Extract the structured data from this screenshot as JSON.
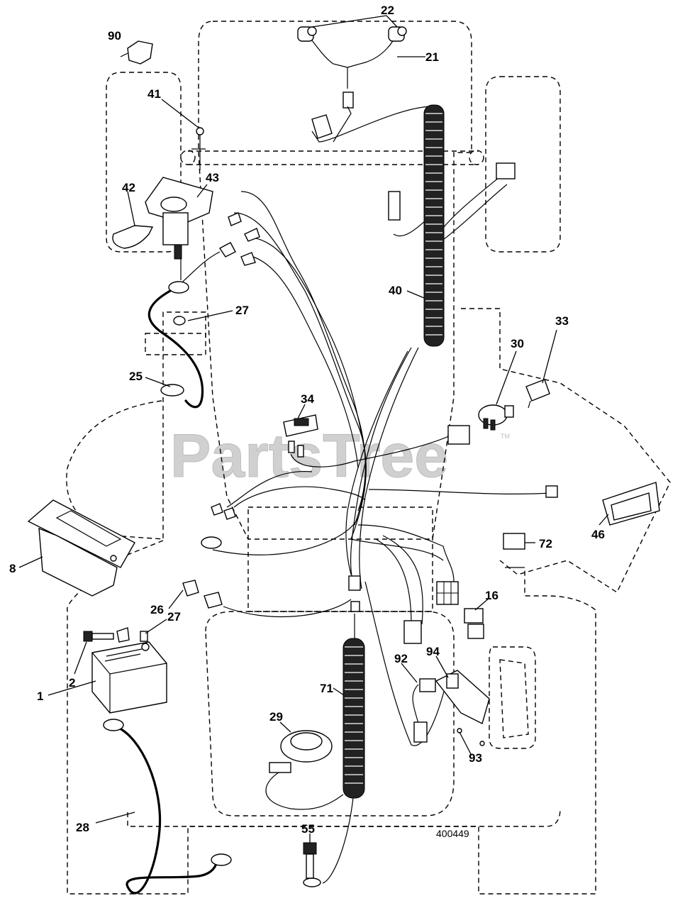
{
  "watermark": {
    "text": "PartsTree",
    "trademark": "TM"
  },
  "drawing_number": "400449",
  "callouts": [
    {
      "id": "c22",
      "label": "22"
    },
    {
      "id": "c21",
      "label": "21"
    },
    {
      "id": "c90",
      "label": "90"
    },
    {
      "id": "c41",
      "label": "41"
    },
    {
      "id": "c43",
      "label": "43"
    },
    {
      "id": "c42",
      "label": "42"
    },
    {
      "id": "c27a",
      "label": "27"
    },
    {
      "id": "c40",
      "label": "40"
    },
    {
      "id": "c33",
      "label": "33"
    },
    {
      "id": "c30",
      "label": "30"
    },
    {
      "id": "c25",
      "label": "25"
    },
    {
      "id": "c34",
      "label": "34"
    },
    {
      "id": "c46",
      "label": "46"
    },
    {
      "id": "c72",
      "label": "72"
    },
    {
      "id": "c8",
      "label": "8"
    },
    {
      "id": "c16",
      "label": "16"
    },
    {
      "id": "c26",
      "label": "26"
    },
    {
      "id": "c27b",
      "label": "27"
    },
    {
      "id": "c94",
      "label": "94"
    },
    {
      "id": "c92",
      "label": "92"
    },
    {
      "id": "c2",
      "label": "2"
    },
    {
      "id": "c71",
      "label": "71"
    },
    {
      "id": "c1",
      "label": "1"
    },
    {
      "id": "c29",
      "label": "29"
    },
    {
      "id": "c93",
      "label": "93"
    },
    {
      "id": "c28",
      "label": "28"
    },
    {
      "id": "c55",
      "label": "55"
    }
  ]
}
